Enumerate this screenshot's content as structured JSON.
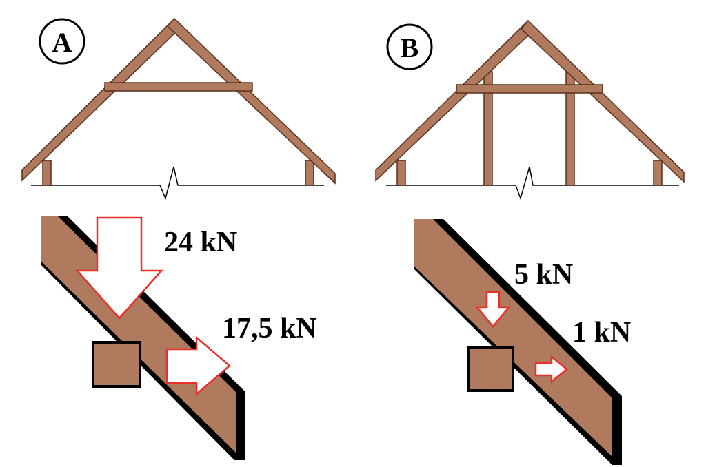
{
  "panels": [
    {
      "id": "A",
      "badge": "A",
      "forces": [
        {
          "label": "24 kN",
          "direction": "vertical"
        },
        {
          "label": "17,5 kN",
          "direction": "horizontal"
        }
      ]
    },
    {
      "id": "B",
      "badge": "B",
      "forces": [
        {
          "label": "5 kN",
          "direction": "vertical"
        },
        {
          "label": "1 kN",
          "direction": "horizontal"
        }
      ]
    }
  ],
  "colors": {
    "timber": "#b07a5e",
    "timber_dark": "#8a5238",
    "outline": "#000000",
    "arrow_stroke": "#e8302a",
    "arrow_fill": "#ffffff"
  }
}
